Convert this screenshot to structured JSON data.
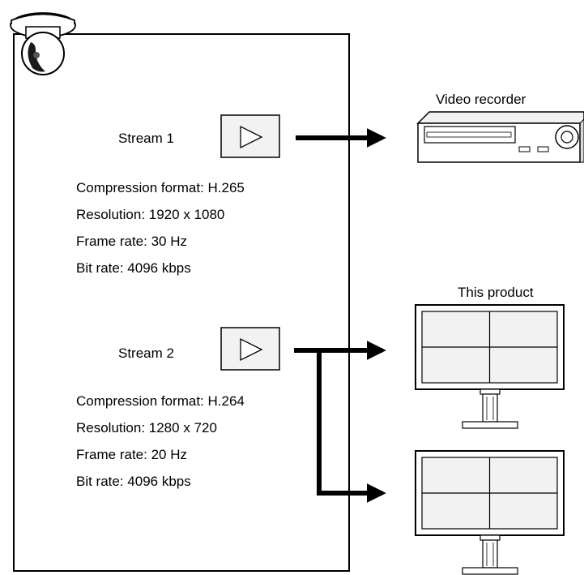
{
  "stream1": {
    "title": "Stream 1",
    "details": [
      "Compression format: H.265",
      "Resolution: 1920 x 1080",
      "Frame rate: 30 Hz",
      "Bit rate: 4096 kbps"
    ]
  },
  "stream2": {
    "title": "Stream 2",
    "details": [
      "Compression format: H.264",
      "Resolution: 1280 x 720",
      "Frame rate: 20 Hz",
      "Bit rate: 4096 kbps"
    ]
  },
  "destinations": {
    "recorder_label": "Video recorder",
    "product_label": "This product"
  },
  "icons": [
    "ptz-camera-icon",
    "play-icon",
    "video-recorder-icon",
    "monitor-icon"
  ],
  "colors": {
    "line": "#000000",
    "fill_light": "#e6e6e6",
    "panel": "#f2f2f2"
  }
}
